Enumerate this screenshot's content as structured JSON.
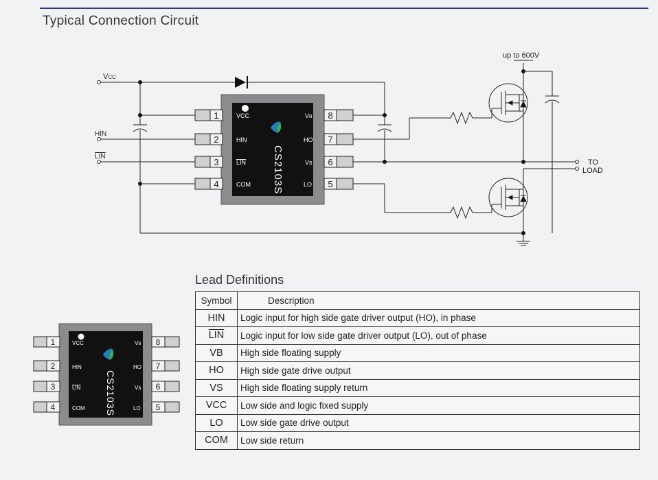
{
  "section_title": "Typical Connection Circuit",
  "lead_title": "Lead Definitions",
  "circuit": {
    "vcc_label": "Vcc",
    "hin_label": "HIN",
    "lin_label": "LIN",
    "supply_label": "up to 600V",
    "to_label": "TO",
    "load_label": "LOAD"
  },
  "chip": {
    "part_number": "CS2103S",
    "left_pins": [
      {
        "num": "1",
        "name": "VCC"
      },
      {
        "num": "2",
        "name": "HIN"
      },
      {
        "num": "3",
        "name": "LIN"
      },
      {
        "num": "4",
        "name": "COM"
      }
    ],
    "right_pins": [
      {
        "num": "8",
        "name": "VB"
      },
      {
        "num": "7",
        "name": "HO"
      },
      {
        "num": "6",
        "name": "Vs"
      },
      {
        "num": "5",
        "name": "LO"
      }
    ]
  },
  "table": {
    "headers": {
      "symbol": "Symbol",
      "description": "Description"
    },
    "rows": [
      {
        "symbol": "HIN",
        "description": "Logic input for high side gate driver output (HO), in phase"
      },
      {
        "symbol": "LIN",
        "description": "Logic input for low side gate driver output (LO), out of phase"
      },
      {
        "symbol": "VB",
        "description": "High side floating supply"
      },
      {
        "symbol": "HO",
        "description": "High side gate drive output"
      },
      {
        "symbol": "VS",
        "description": "High side floating supply return"
      },
      {
        "symbol": "VCC",
        "description": "Low side and logic fixed supply"
      },
      {
        "symbol": "LO",
        "description": "Low side gate drive output"
      },
      {
        "symbol": "COM",
        "description": "Low side return"
      }
    ]
  },
  "colors": {
    "accent_line": "#2f3a8f",
    "chip_body": "#111111",
    "chip_frame": "#8a8c8e",
    "logo_blue": "#1e7fc6",
    "logo_green": "#3cb14a"
  }
}
